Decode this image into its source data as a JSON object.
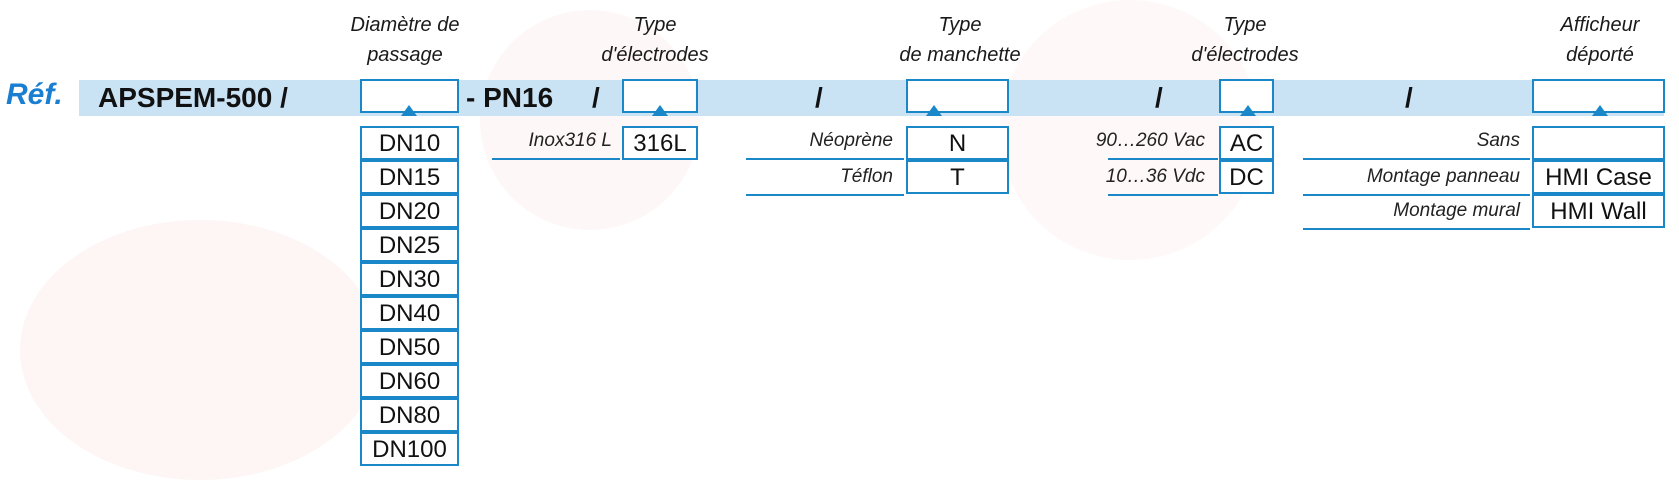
{
  "headers": {
    "diametre": [
      "Diamètre de",
      "passage"
    ],
    "type_electrodes": [
      "Type",
      "d'électrodes"
    ],
    "type_manchette": [
      "Type",
      "de manchette"
    ],
    "type_alim": [
      "Type",
      "d'électrodes"
    ],
    "afficheur": [
      "Afficheur",
      "déporté"
    ]
  },
  "reference": {
    "label": "Réf.",
    "model": "APSPEM-500 /",
    "pressure": "- PN16",
    "slash": "/"
  },
  "diametre_options": [
    "DN10",
    "DN15",
    "DN20",
    "DN25",
    "DN30",
    "DN40",
    "DN50",
    "DN60",
    "DN80",
    "DN100"
  ],
  "electrode_options": [
    {
      "label": "Inox316 L",
      "code": "316L"
    }
  ],
  "manchette_options": [
    {
      "label": "Néoprène",
      "code": "N"
    },
    {
      "label": "Téflon",
      "code": "T"
    }
  ],
  "alim_options": [
    {
      "label": "90…260 Vac",
      "code": "AC"
    },
    {
      "label": "10…36 Vdc",
      "code": "DC"
    }
  ],
  "afficheur_options": [
    {
      "label": "Sans",
      "code": ""
    },
    {
      "label": "Montage panneau",
      "code": "HMI Case"
    },
    {
      "label": "Montage mural",
      "code": "HMI Wall"
    }
  ],
  "colors": {
    "accent": "#1a87c9",
    "band": "#c9e3f5",
    "ref_label": "#1a7fd0"
  }
}
